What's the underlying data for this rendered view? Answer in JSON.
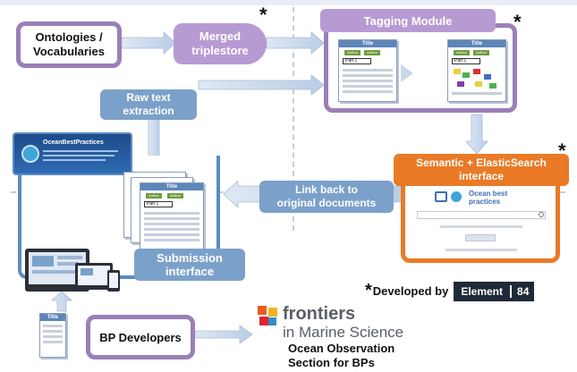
{
  "nodes": {
    "ontologies": "Ontologies /\nVocabularies",
    "merged": "Merged\ntriplestore",
    "tagging": "Tagging Module",
    "raw_text": "Raw text\nextraction",
    "semantic": "Semantic + ElasticSearch\ninterface",
    "link_back": "Link back to\noriginal documents",
    "submission": "Submission\ninterface",
    "bp_developers": "BP Developers"
  },
  "doc_labels": {
    "title": "Title",
    "author": "Author",
    "part": "Part 1"
  },
  "logos": {
    "oceanbestpractices": "OceanBestPractices",
    "ocean_best_practices_web": "Ocean best\npractices",
    "frontiers": "frontiers",
    "marine": "in Marine Science"
  },
  "footnote": {
    "star": "*",
    "developed_by": "Developed by",
    "element": "Element",
    "number": "84"
  },
  "journal_section": "Ocean Observation\nSection for BPs",
  "colors": {
    "purple": "#9b7fb8",
    "orange": "#ea7a26",
    "blue": "#7ba1ca",
    "arrow": "#c9d7ea"
  }
}
